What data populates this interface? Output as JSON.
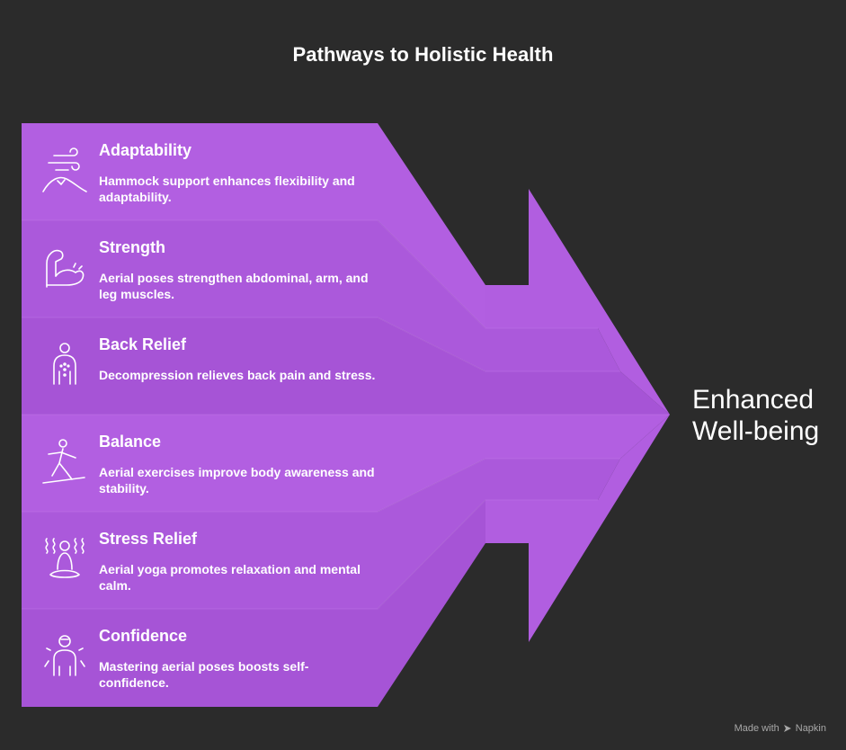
{
  "title": "Pathways to Holistic Health",
  "colors": {
    "background": "#2b2b2b",
    "arrow_purple": "#b15ee0",
    "arrow_purple_dark": "#9f4fd0",
    "text": "#ffffff"
  },
  "items": [
    {
      "label": "Adaptability",
      "description": "Hammock support enhances flexibility and adaptability.",
      "icon": "wind-mountain-icon"
    },
    {
      "label": "Strength",
      "description": "Aerial poses strengthen abdominal, arm, and leg muscles.",
      "icon": "flexed-arm-icon"
    },
    {
      "label": "Back Relief",
      "description": "Decompression relieves back pain and stress.",
      "icon": "person-back-icon"
    },
    {
      "label": "Balance",
      "description": "Aerial exercises improve body awareness and stability.",
      "icon": "balancing-person-icon"
    },
    {
      "label": "Stress Relief",
      "description": "Aerial yoga promotes relaxation and mental calm.",
      "icon": "meditating-person-icon"
    },
    {
      "label": "Confidence",
      "description": "Mastering aerial poses boosts self-confidence.",
      "icon": "confident-person-icon"
    }
  ],
  "outcome": "Enhanced Well-being",
  "credit": {
    "prefix": "Made with",
    "brand": "Napkin"
  }
}
